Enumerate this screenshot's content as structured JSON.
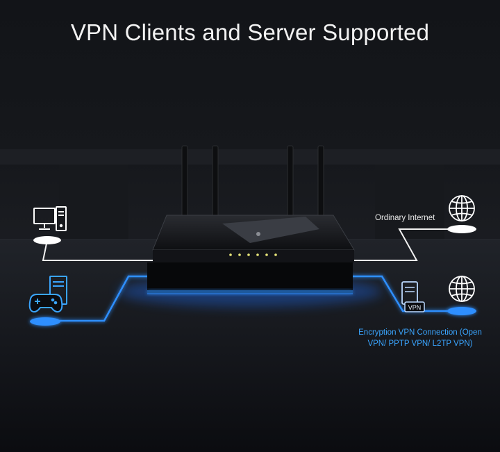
{
  "title": "VPN Clients and Server Supported",
  "labels": {
    "ordinary_internet": "Ordinary Internet",
    "encryption_vpn_line1": "Encryption VPN Connection (Open",
    "encryption_vpn_line2": "VPN/ PPTP VPN/ L2TP VPN)",
    "vpn_badge": "VPN"
  },
  "colors": {
    "background": "#0f1115",
    "white_line": "#f2f2f2",
    "blue_line": "#2f8fff",
    "blue_text": "#3aa5ff",
    "title_text": "#f2f2f2"
  },
  "icons": [
    "desktop-computer-icon",
    "game-controller-icon",
    "globe-icon",
    "vpn-server-icon"
  ]
}
